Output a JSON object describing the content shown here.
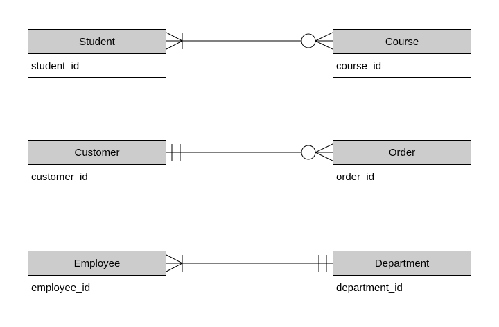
{
  "diagram": {
    "type": "entity-relationship",
    "background_color": "#ffffff",
    "entity_header_fill": "#cccccc",
    "entity_body_fill": "#ffffff",
    "border_color": "#000000",
    "text_color": "#000000",
    "entities": [
      {
        "id": "student",
        "title": "Student",
        "attribute": "student_id"
      },
      {
        "id": "course",
        "title": "Course",
        "attribute": "course_id"
      },
      {
        "id": "customer",
        "title": "Customer",
        "attribute": "customer_id"
      },
      {
        "id": "order",
        "title": "Order",
        "attribute": "order_id"
      },
      {
        "id": "employee",
        "title": "Employee",
        "attribute": "employee_id"
      },
      {
        "id": "department",
        "title": "Department",
        "attribute": "department_id"
      }
    ],
    "relationships": [
      {
        "from": "Student",
        "to": "Course",
        "from_cardinality": "one-or-many (crows-foot-bar)",
        "to_cardinality": "zero-or-many (circle-crows-foot)"
      },
      {
        "from": "Customer",
        "to": "Order",
        "from_cardinality": "exactly-one (double-bar)",
        "to_cardinality": "zero-or-many (circle-crows-foot)"
      },
      {
        "from": "Employee",
        "to": "Department",
        "from_cardinality": "one-or-many (crows-foot-bar)",
        "to_cardinality": "exactly-one (double-bar)"
      }
    ]
  }
}
